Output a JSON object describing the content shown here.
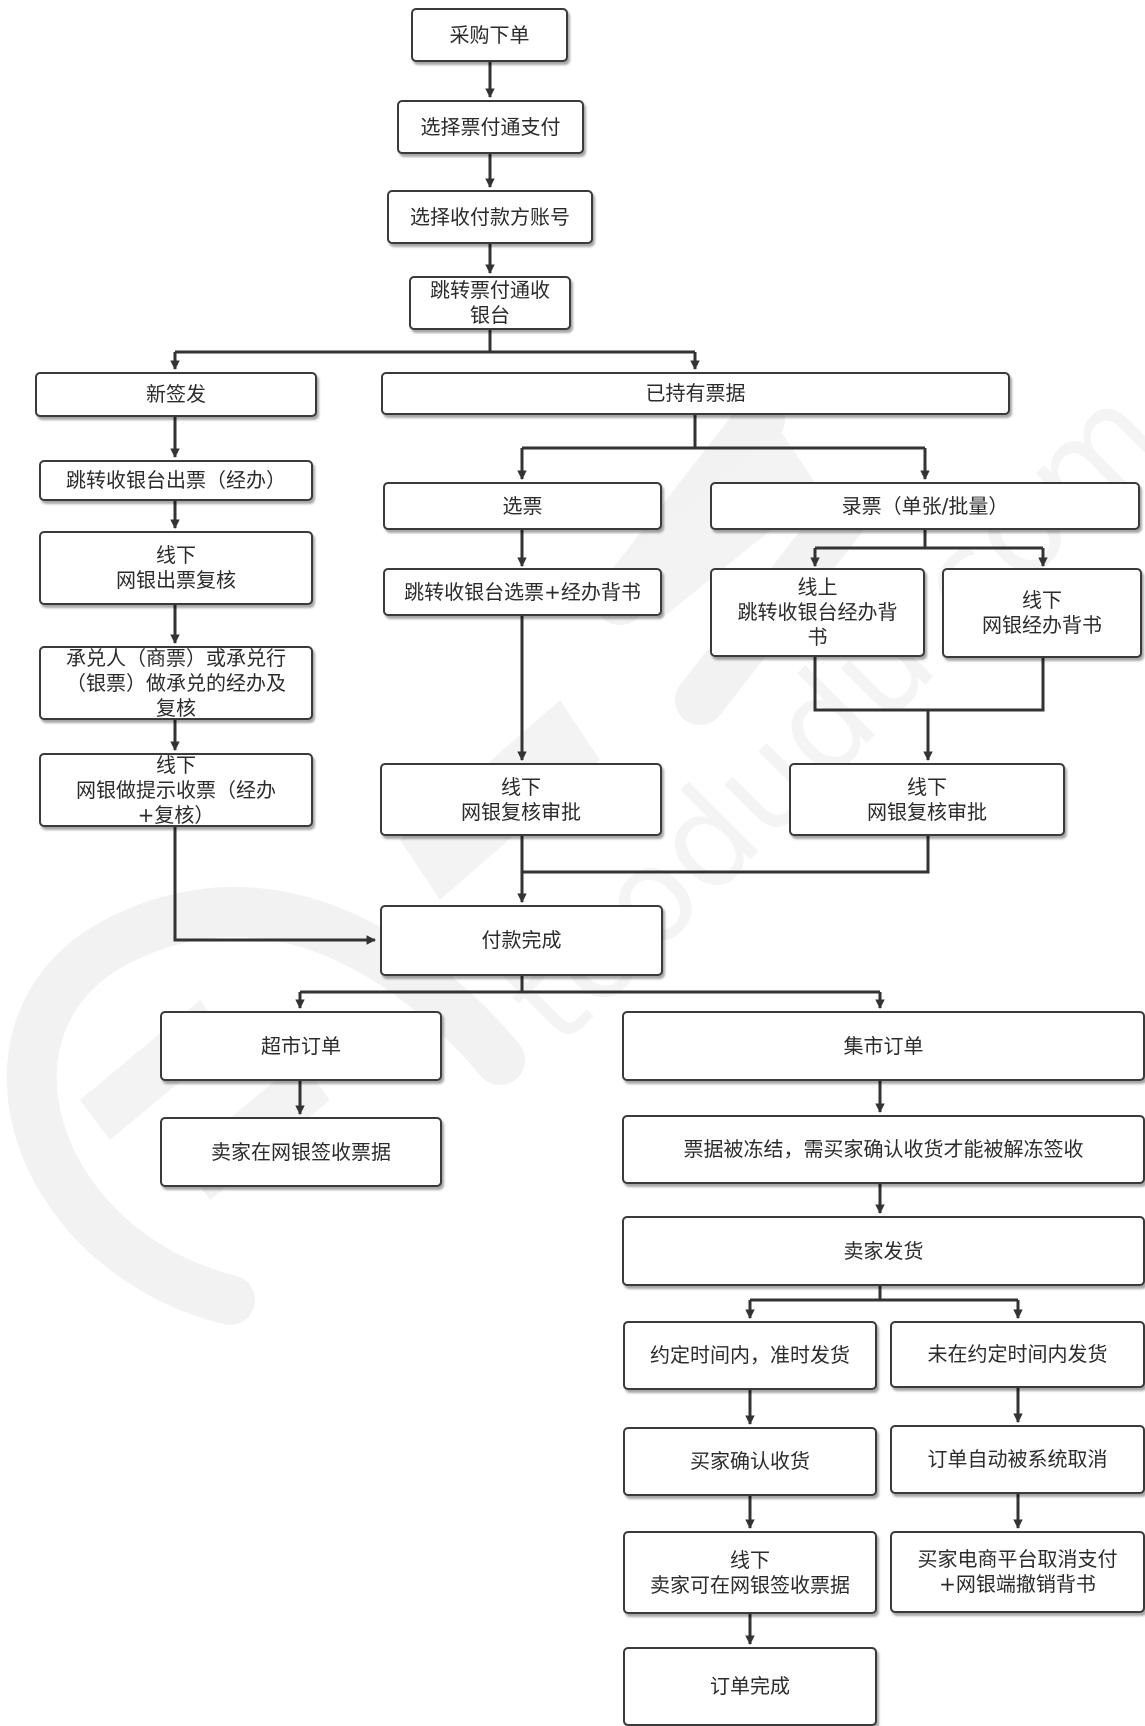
{
  "flowchart": {
    "nodes": {
      "purchase_order": {
        "lines": [
          "采购下单"
        ]
      },
      "select_ptt_pay": {
        "lines": [
          "选择票付通支付"
        ]
      },
      "select_accounts": {
        "lines": [
          "选择收付款方账号"
        ]
      },
      "jump_cashier": {
        "lines": [
          "跳转票付通收",
          "银台"
        ]
      },
      "new_sign": {
        "lines": [
          "新签发"
        ]
      },
      "hold_bill": {
        "lines": [
          "已持有票据"
        ]
      },
      "issue_bill": {
        "lines": [
          "跳转收银台出票（经办）"
        ]
      },
      "offline_issue_review": {
        "lines": [
          "线下",
          "网银出票复核"
        ]
      },
      "acceptor_action": {
        "lines": [
          "承兑人（商票）或承兑行",
          "（银票）做承兑的经办及",
          "复核"
        ]
      },
      "offline_collection": {
        "lines": [
          "线下",
          "网银做提示收票（经办",
          "+复核）"
        ]
      },
      "pick_bill": {
        "lines": [
          "选票"
        ]
      },
      "record_bill": {
        "lines": [
          "录票（单张/批量）"
        ]
      },
      "pick_endorse": {
        "lines": [
          "跳转收银台选票+经办背书"
        ]
      },
      "online_endorse": {
        "lines": [
          "线上",
          "跳转收银台经办背",
          "书"
        ]
      },
      "offline_endorse": {
        "lines": [
          "线下",
          "网银经办背书"
        ]
      },
      "review_approve_a": {
        "lines": [
          "线下",
          "网银复核审批"
        ]
      },
      "review_approve_b": {
        "lines": [
          "线下",
          "网银复核审批"
        ]
      },
      "payment_done": {
        "lines": [
          "付款完成"
        ]
      },
      "supermarket_order": {
        "lines": [
          "超市订单"
        ]
      },
      "market_order": {
        "lines": [
          "集市订单"
        ]
      },
      "seller_sign": {
        "lines": [
          "卖家在网银签收票据"
        ]
      },
      "bill_frozen": {
        "lines": [
          "票据被冻结，需买家确认收货才能被解冻签收"
        ]
      },
      "seller_ship": {
        "lines": [
          "卖家发货"
        ]
      },
      "ship_on_time": {
        "lines": [
          "约定时间内，准时发货"
        ]
      },
      "not_on_time": {
        "lines": [
          "未在约定时间内发货"
        ]
      },
      "buyer_confirm": {
        "lines": [
          "买家确认收货"
        ]
      },
      "auto_cancel": {
        "lines": [
          "订单自动被系统取消"
        ]
      },
      "seller_can_sign": {
        "lines": [
          "线下",
          "卖家可在网银签收票据"
        ]
      },
      "cancel_payment": {
        "lines": [
          "买家电商平台取消支付",
          "+网银端撤销背书"
        ]
      },
      "order_done": {
        "lines": [
          "订单完成"
        ]
      }
    }
  },
  "colors": {
    "box_border": "#3a3a3a",
    "line": "#333333",
    "text": "#2b2b2b",
    "watermark": "#f1f1f1"
  },
  "watermark": {
    "text": "toodudu.com",
    "logo_letters": "TDD"
  }
}
